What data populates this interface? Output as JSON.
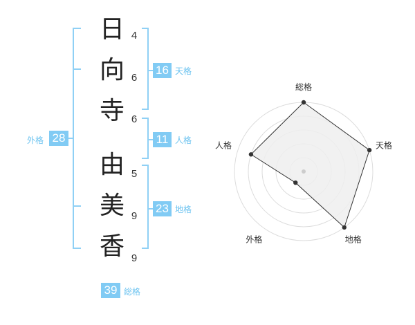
{
  "name_chars": [
    "日",
    "向",
    "寺",
    "由",
    "美",
    "香"
  ],
  "strokes": [
    "4",
    "6",
    "6",
    "5",
    "9",
    "9"
  ],
  "kaku": {
    "tenkaku": {
      "value": "16",
      "label": "天格"
    },
    "jinkaku": {
      "value": "11",
      "label": "人格"
    },
    "chikaku": {
      "value": "23",
      "label": "地格"
    },
    "gaikaku": {
      "value": "28",
      "label": "外格"
    },
    "soukaku": {
      "value": "39",
      "label": "総格"
    }
  },
  "colors": {
    "accent": "#81cbf4",
    "bracket": "#8fd0f5",
    "label": "#6cc3f0",
    "radar_fill": "#efefef"
  },
  "chart_data": {
    "type": "radar",
    "axes": [
      "総格",
      "天格",
      "地格",
      "外格",
      "人格"
    ],
    "values": [
      5,
      5,
      5,
      1,
      4
    ],
    "rmax": 5,
    "grid": true
  }
}
